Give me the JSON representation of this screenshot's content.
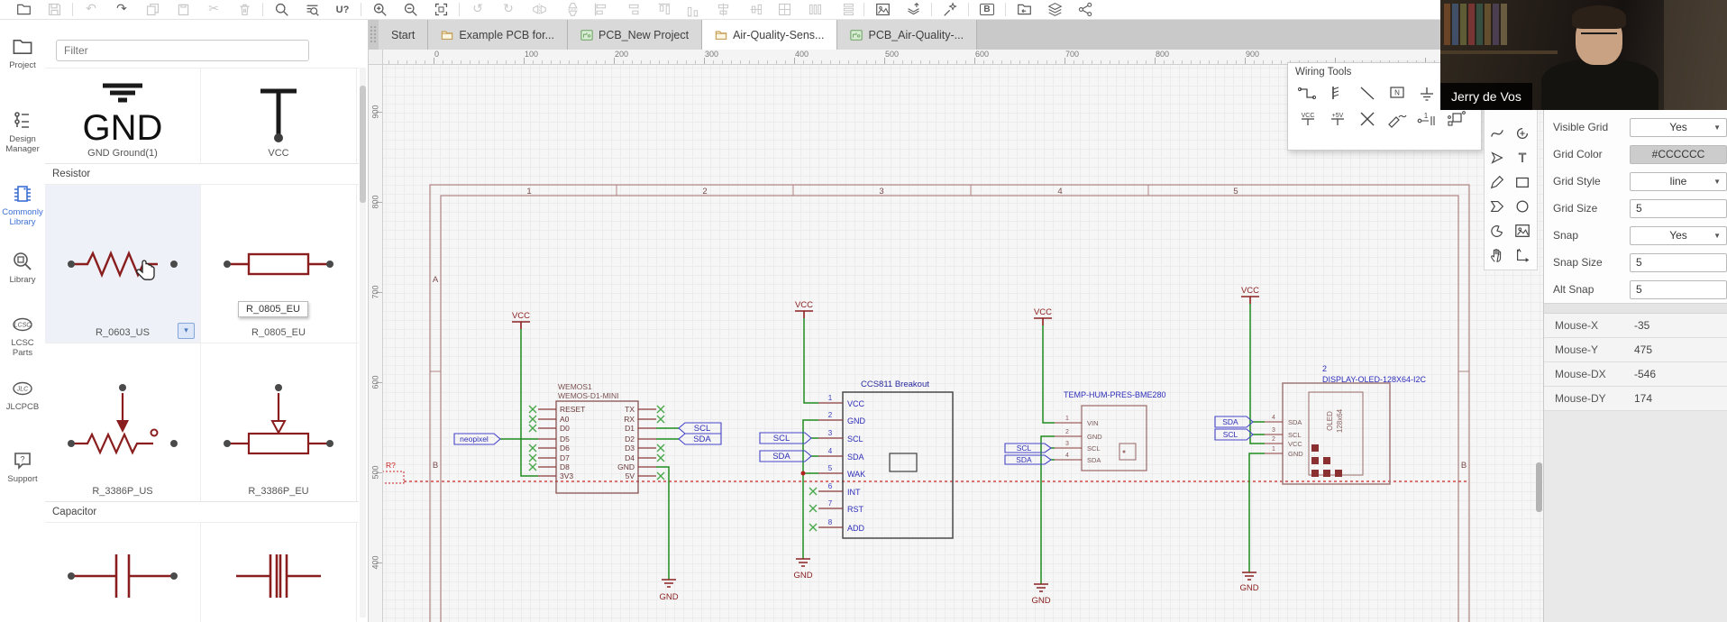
{
  "topbar": {
    "uq_glyph": "U?",
    "bom_glyph": "B",
    "icon_names": [
      "open-file",
      "save",
      "undo",
      "redo",
      "duplicate",
      "copy",
      "cut",
      "delete",
      "search-part",
      "find-similar",
      "netlist-check",
      "zoom-in",
      "zoom-out",
      "zoom-fit",
      "rotate-left",
      "rotate-right",
      "flip-horizontal",
      "flip-vertical",
      "align-left",
      "align-right",
      "align-top",
      "align-bottom",
      "align-center-vertical",
      "align-center-horizontal",
      "grid-setting",
      "distribute-horizontal",
      "distribute-vertical",
      "import-image",
      "push-to-top",
      "magic-wand",
      "bom",
      "import-changes",
      "layer-manager",
      "share"
    ]
  },
  "tabs": {
    "items": [
      {
        "label": "Start",
        "icon": "none",
        "active": false
      },
      {
        "label": "Example PCB for...",
        "icon": "folder",
        "active": false
      },
      {
        "label": "PCB_New Project",
        "icon": "pcb",
        "active": false
      },
      {
        "label": "Air-Quality-Sens...",
        "icon": "folder",
        "active": true
      },
      {
        "label": "PCB_Air-Quality-...",
        "icon": "pcb",
        "active": false
      }
    ]
  },
  "sidebar": {
    "items": [
      {
        "label": "Project",
        "icon": "folder-icon",
        "active": false
      },
      {
        "label": "Design Manager",
        "icon": "design-manager-icon",
        "active": false
      },
      {
        "label": "Commonly Library",
        "icon": "chip-icon",
        "active": true
      },
      {
        "label": "Library",
        "icon": "library-search-icon",
        "active": false
      },
      {
        "label": "LCSC Parts",
        "icon": "lcsc-logo",
        "active": false
      },
      {
        "label": "JLCPCB",
        "icon": "jlcpcb-logo",
        "active": false
      },
      {
        "label": "Support",
        "icon": "support-bubble-icon",
        "active": false
      }
    ]
  },
  "library": {
    "filter_placeholder": "Filter",
    "gnd_symbol_text": "GND",
    "gnd_caption": "GND Ground(1)",
    "vcc_caption": "VCC",
    "section_resistor": "Resistor",
    "section_capacitor": "Capacitor",
    "r0603": "R_0603_US",
    "r0805": "R_0805_EU",
    "r3386us": "R_3386P_US",
    "r3386eu": "R_3386P_EU",
    "tooltip": "R_0805_EU",
    "dropdown_caret": "▾"
  },
  "wiring_tools": {
    "title": "Wiring Tools",
    "vcc_glyph": "VCC",
    "p5v_glyph": "+5V",
    "n_glyph": "N",
    "tool_names": [
      "wire",
      "bus",
      "bus-entry",
      "net-label",
      "ground",
      "ground-alt",
      "vcc-flag",
      "plus5v-flag",
      "no-connect-flag",
      "voltage-probe",
      "pin-number",
      "net-port"
    ]
  },
  "draw_tools": {
    "tool_names": [
      "bezier-curve",
      "arc",
      "arrow",
      "text",
      "pencil",
      "rectangle",
      "polygon",
      "ellipse",
      "pie",
      "image",
      "drag-canvas",
      "dimension"
    ]
  },
  "canvas": {
    "h_ruler": [
      "0",
      "100",
      "200",
      "300",
      "400",
      "500",
      "600",
      "700",
      "800",
      "900"
    ],
    "v_ruler": [
      "900",
      "800",
      "700",
      "600",
      "500",
      "400"
    ],
    "sheet_cols": [
      "1",
      "2",
      "3",
      "4",
      "5"
    ],
    "sheet_rows": [
      "A",
      "B"
    ],
    "marker": "R?"
  },
  "schematic": {
    "power": {
      "vcc": "VCC",
      "gnd": "GND"
    },
    "net_scl": "SCL",
    "net_sda": "SDA",
    "net_neopixel": "neopixel",
    "wemos": {
      "ref": "WEMOS1",
      "name": "WEMOS-D1-MINI",
      "left_pins": [
        "RESET",
        "A0",
        "D0",
        "D5",
        "D6",
        "D7",
        "D8",
        "3V3"
      ],
      "right_pins": [
        "TX",
        "RX",
        "D1",
        "D2",
        "D3",
        "D4",
        "GND",
        "5V"
      ]
    },
    "ccs811": {
      "title": "CCS811 Breakout",
      "pins": [
        "VCC",
        "GND",
        "SCL",
        "SDA",
        "WAK",
        "INT",
        "RST",
        "ADD"
      ],
      "nums": [
        "1",
        "2",
        "3",
        "4",
        "5",
        "6",
        "7",
        "8"
      ]
    },
    "bme280": {
      "title": "TEMP-HUM-PRES-BME280",
      "pins": [
        "VIN",
        "GND",
        "SCL",
        "SDA"
      ],
      "nums": [
        "1",
        "2",
        "3",
        "4"
      ]
    },
    "oled": {
      "ref": "2",
      "title": "DISPLAY-OLED-128X64-I2C",
      "inner1": "OLED",
      "inner2": "128x64",
      "pins": [
        "SDA",
        "SCL",
        "VCC",
        "GND"
      ],
      "nums": [
        "4",
        "3",
        "2",
        "1"
      ]
    }
  },
  "props": {
    "rows": [
      {
        "label": "Visible Grid",
        "value": "Yes",
        "type": "select"
      },
      {
        "label": "Grid Color",
        "value": "#CCCCCC",
        "type": "swatch"
      },
      {
        "label": "Grid Style",
        "value": "line",
        "type": "select"
      },
      {
        "label": "Grid Size",
        "value": "5",
        "type": "input"
      },
      {
        "label": "Snap",
        "value": "Yes",
        "type": "select"
      },
      {
        "label": "Snap Size",
        "value": "5",
        "type": "input"
      },
      {
        "label": "Alt Snap",
        "value": "5",
        "type": "input"
      }
    ],
    "mouse": [
      {
        "label": "Mouse-X",
        "value": "-35"
      },
      {
        "label": "Mouse-Y",
        "value": "475"
      },
      {
        "label": "Mouse-DX",
        "value": "-546"
      },
      {
        "label": "Mouse-DY",
        "value": "174"
      }
    ]
  },
  "webcam": {
    "name": "Jerry de Vos"
  },
  "colors": {
    "accent_blue": "#3b6fd4",
    "symbol_maroon": "#8a1e1e",
    "wire_green": "#1f8c1f",
    "net_blue": "#2d2dba",
    "grid": "#CCCCCC",
    "sheet_border": "#a87878",
    "nc_green": "#49a849",
    "danger_red": "#cc2222"
  }
}
